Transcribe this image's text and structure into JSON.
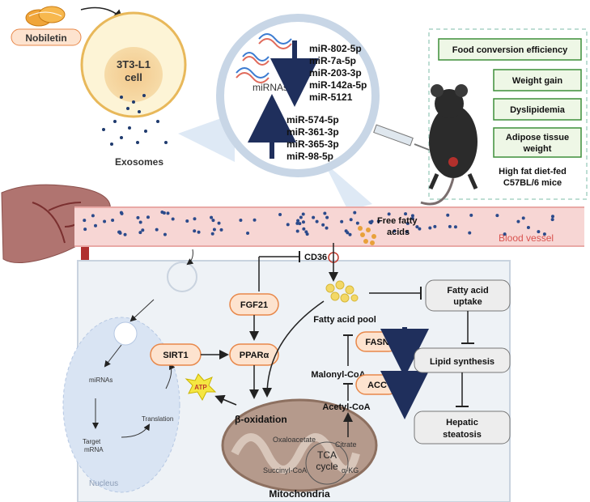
{
  "nobiletin": "Nobiletin",
  "cell_line1": "3T3-L1",
  "cell_line2": "cell",
  "exosomes": "Exosomes",
  "mirnas_label": "miRNAs",
  "mirna_down": [
    "miR-802-5p",
    "miR-7a-5p",
    "miR-203-3p",
    "miR-142a-5p",
    "miR-5121"
  ],
  "mirna_up": [
    "miR-574-5p",
    "miR-361-3p",
    "miR-365-3p",
    "miR-98-5p"
  ],
  "outcomes": [
    "Food conversion efficiency",
    "Weight gain",
    "Dyslipidemia",
    "Adipose tissue",
    "weight"
  ],
  "mouse_label1": "High fat diet-fed",
  "mouse_label2": "C57BL/6 mice",
  "free_fatty_acids1": "Free fatty",
  "free_fatty_acids2": "acids",
  "blood_vessel": "Blood vessel",
  "cd36": "CD36",
  "fgf21": "FGF21",
  "sirt1": "SIRT1",
  "ppara": "PPARα",
  "atp": "ATP",
  "beta_oxidation": "β-oxidation",
  "fatty_acid_pool": "Fatty acid pool",
  "fasn": "FASN",
  "acc": "ACC",
  "malonyl_coa": "Malonyl-CoA",
  "acetyl_coa": "Acetyl-CoA",
  "fa_uptake1": "Fatty acid",
  "fa_uptake2": "uptake",
  "lipid_synthesis": "Lipid synthesis",
  "hepatic1": "Hepatic",
  "hepatic2": "steatosis",
  "oxaloacetate": "Oxaloacetate",
  "citrate": "Citrate",
  "succinyl_coa": "Succinyl-CoA",
  "akg": "α-KG",
  "tca1": "TCA",
  "tca2": "cycle",
  "mitochondria": "Mitochondria",
  "nucleus": "Nucleus",
  "nuc_mirnas": "miRNAs",
  "translation": "Translation",
  "target_mrna1": "Target",
  "target_mrna2": "mRNA",
  "colors": {
    "orange_fill": "#fde3cf",
    "orange_stroke": "#e8884a",
    "green_stroke": "#3f8f3a",
    "green_fill": "#eef7e6",
    "vessel": "#f7d6d4",
    "vessel_text": "#d9534f",
    "mito": "#b59a8c",
    "navy": "#1f2f5c"
  }
}
